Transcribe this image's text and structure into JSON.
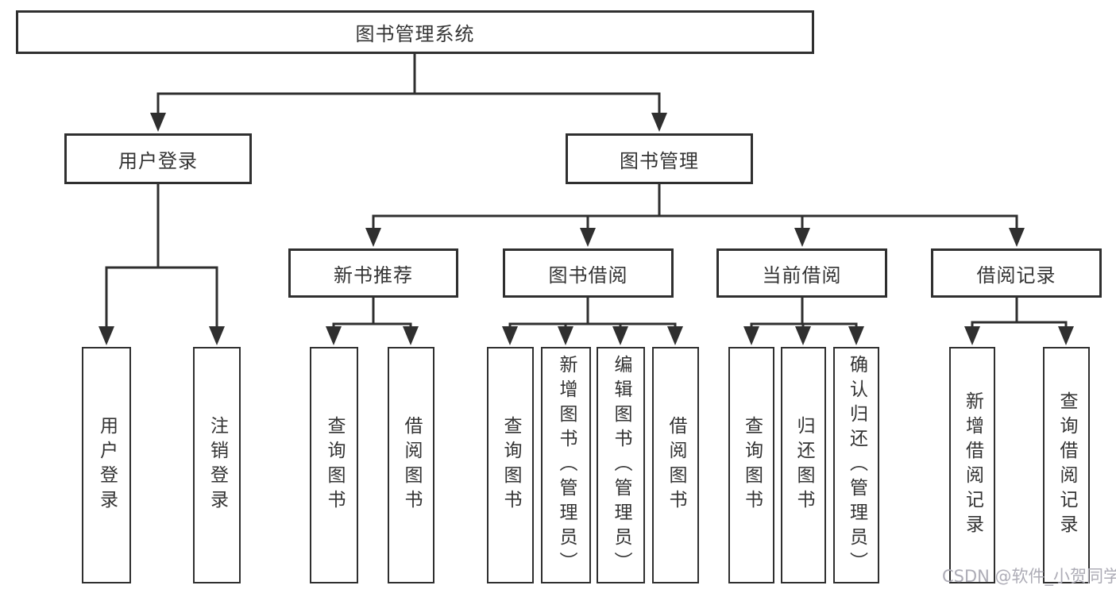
{
  "diagram_title": "图书管理系统",
  "colors": {
    "line": "#2f2f2f",
    "box_border": "#2f2f2f",
    "text": "#333333",
    "background": "#ffffff",
    "watermark": "#adacb6"
  },
  "tree": {
    "root": {
      "label": "图书管理系统"
    },
    "branches": [
      {
        "label": "用户登录",
        "children": [
          {
            "label": "用户登录"
          },
          {
            "label": "注销登录"
          }
        ]
      },
      {
        "label": "图书管理",
        "children": [
          {
            "label": "新书推荐",
            "children": [
              {
                "label": "查询图书"
              },
              {
                "label": "借阅图书"
              }
            ]
          },
          {
            "label": "图书借阅",
            "children": [
              {
                "label": "查询图书"
              },
              {
                "label": "新增图书（管理员）"
              },
              {
                "label": "编辑图书（管理员）"
              },
              {
                "label": "借阅图书"
              }
            ]
          },
          {
            "label": "当前借阅",
            "children": [
              {
                "label": "查询图书"
              },
              {
                "label": "归还图书"
              },
              {
                "label": "确认归还（管理员）"
              }
            ]
          },
          {
            "label": "借阅记录",
            "children": [
              {
                "label": "新增借阅记录"
              },
              {
                "label": "查询借阅记录"
              }
            ]
          }
        ]
      }
    ]
  },
  "watermark": {
    "text": "CSDN @软件_小贺同学"
  }
}
